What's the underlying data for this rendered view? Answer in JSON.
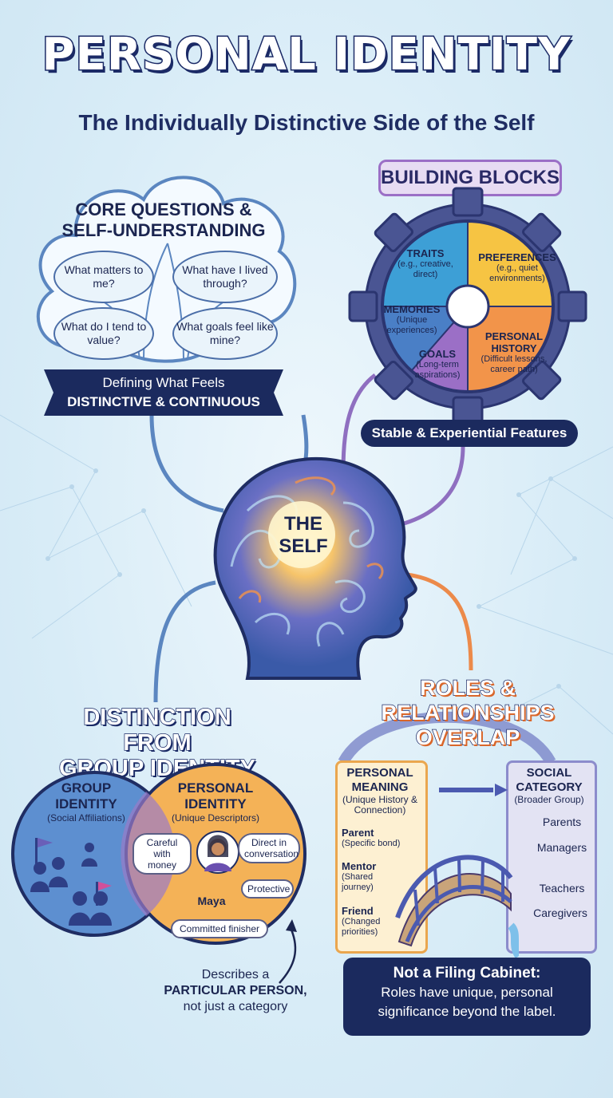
{
  "title": "PERSONAL IDENTITY",
  "subtitle": "The Individually Distinctive Side of the Self",
  "core": {
    "heading_1": "CORE QUESTIONS &",
    "heading_2": "SELF-UNDERSTANDING",
    "questions": [
      "What matters to me?",
      "What have I lived through?",
      "What do I tend to value?",
      "What goals feel like mine?"
    ],
    "banner_1": "Defining What Feels",
    "banner_2": "DISTINCTIVE & CONTINUOUS"
  },
  "blocks": {
    "heading": "BUILDING BLOCKS",
    "pieces": [
      {
        "name": "TRAITS",
        "detail": "(e.g., creative, direct)",
        "color": "#3d9fd6"
      },
      {
        "name": "PREFERENCES",
        "detail": "(e.g., quiet environments)",
        "color": "#f6c443"
      },
      {
        "name": "MEMORIES",
        "detail": "(Unique experiences)",
        "color": "#4a7fc6"
      },
      {
        "name": "GOALS",
        "detail": "(Long-term aspirations)",
        "color": "#9b6fc6"
      },
      {
        "name": "PERSONAL HISTORY",
        "detail": "(Difficult lessons, career path)",
        "color": "#f2944a"
      }
    ],
    "banner": "Stable & Experiential Features"
  },
  "self": {
    "line_1": "THE",
    "line_2": "SELF"
  },
  "distinction": {
    "heading_1": "DISTINCTION FROM",
    "heading_2": "GROUP IDENTITY",
    "group_title_1": "GROUP",
    "group_title_2": "IDENTITY",
    "group_sub": "(Social Affiliations)",
    "personal_title_1": "PERSONAL",
    "personal_title_2": "IDENTITY",
    "personal_sub": "(Unique Descriptors)",
    "descriptors": [
      "Careful with money",
      "Direct in conversation",
      "Protective",
      "Committed finisher"
    ],
    "person_name": "Maya",
    "note_1": "Describes a",
    "note_2": "PARTICULAR PERSON,",
    "note_3": "not just a category"
  },
  "roles": {
    "heading_1": "ROLES &",
    "heading_2": "RELATIONSHIPS",
    "heading_3": "OVERLAP",
    "personal_meaning_title_1": "PERSONAL",
    "personal_meaning_title_2": "MEANING",
    "personal_meaning_sub": "(Unique History & Connection)",
    "personal_items": [
      {
        "name": "Parent",
        "detail": "(Specific bond)"
      },
      {
        "name": "Mentor",
        "detail": "(Shared journey)"
      },
      {
        "name": "Friend",
        "detail": "(Changed priorities)"
      }
    ],
    "social_title_1": "SOCIAL",
    "social_title_2": "CATEGORY",
    "social_sub": "(Broader Group)",
    "social_items": [
      "Parents",
      "Managers",
      "Teachers",
      "Caregivers"
    ],
    "callout_title": "Not a Filing Cabinet:",
    "callout_1": "Roles have unique, personal",
    "callout_2": "significance beyond the label."
  }
}
